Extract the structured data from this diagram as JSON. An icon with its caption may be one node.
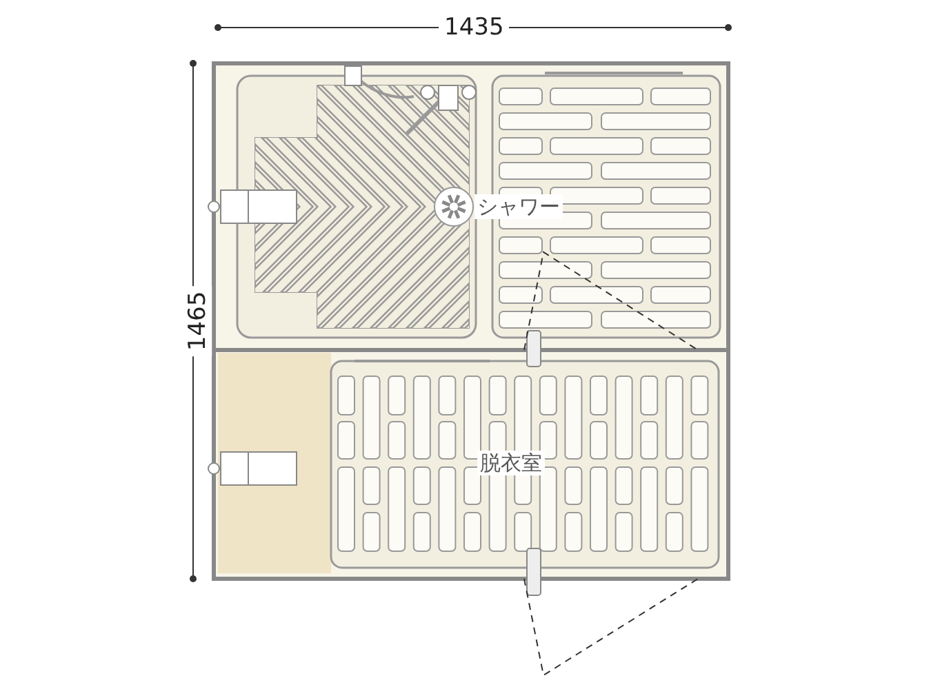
{
  "diagram": {
    "nodes": [
      {
        "text": [
          "シャワー"
        ]
      },
      {
        "text": [
          "脱衣室"
        ]
      }
    ],
    "labels": [
      "1435",
      "1465"
    ]
  }
}
